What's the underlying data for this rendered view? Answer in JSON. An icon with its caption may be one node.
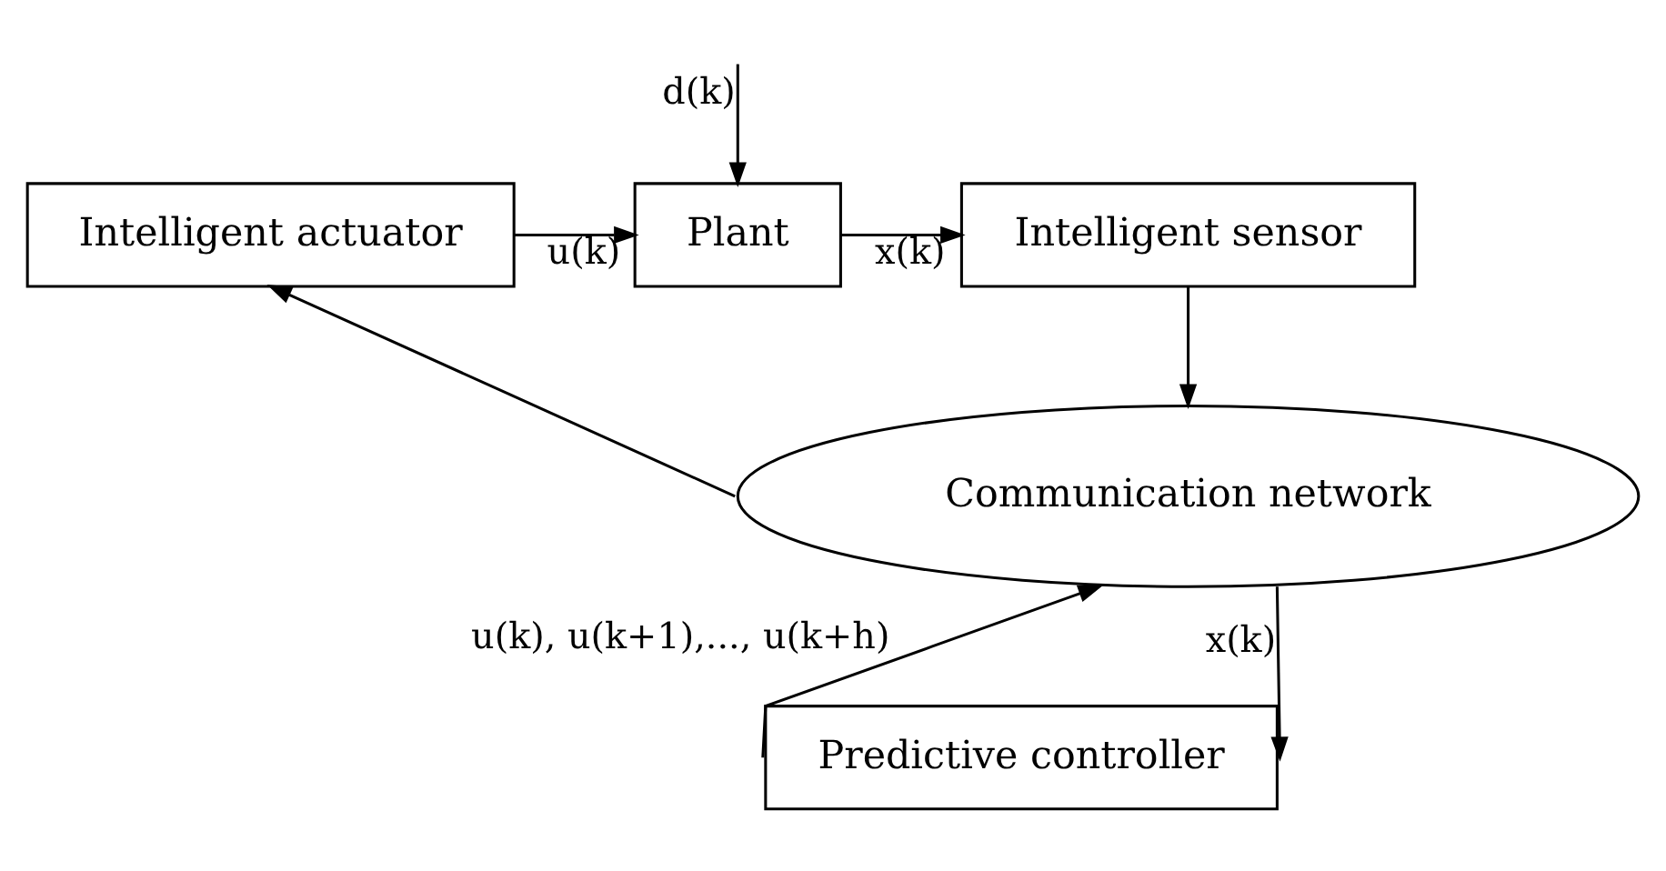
{
  "diagram": {
    "nodes": [
      {
        "text": [
          "Intelligent actuator"
        ]
      },
      {
        "text": [
          "Plant"
        ]
      },
      {
        "text": [
          "Intelligent sensor"
        ]
      },
      {
        "text": [
          "Communication network"
        ]
      },
      {
        "text": [
          "Predictive controller"
        ]
      }
    ],
    "edges": [
      {
        "from": null,
        "to": 1,
        "arrow": "to",
        "label": "d(k)"
      },
      {
        "from": 0,
        "to": 1,
        "arrow": "to",
        "label": "u(k)"
      },
      {
        "from": 1,
        "to": 2,
        "arrow": "to",
        "label": "x(k)"
      },
      {
        "from": 2,
        "to": 3,
        "arrow": "to"
      },
      {
        "from": 3,
        "to": 4,
        "arrow": "to",
        "label": "x(k)"
      },
      {
        "from": 4,
        "to": 3,
        "arrow": "to",
        "label": "u(k), u(k+1),..., u(k+h)"
      },
      {
        "from": 3,
        "to": 0,
        "arrow": "to"
      }
    ]
  }
}
